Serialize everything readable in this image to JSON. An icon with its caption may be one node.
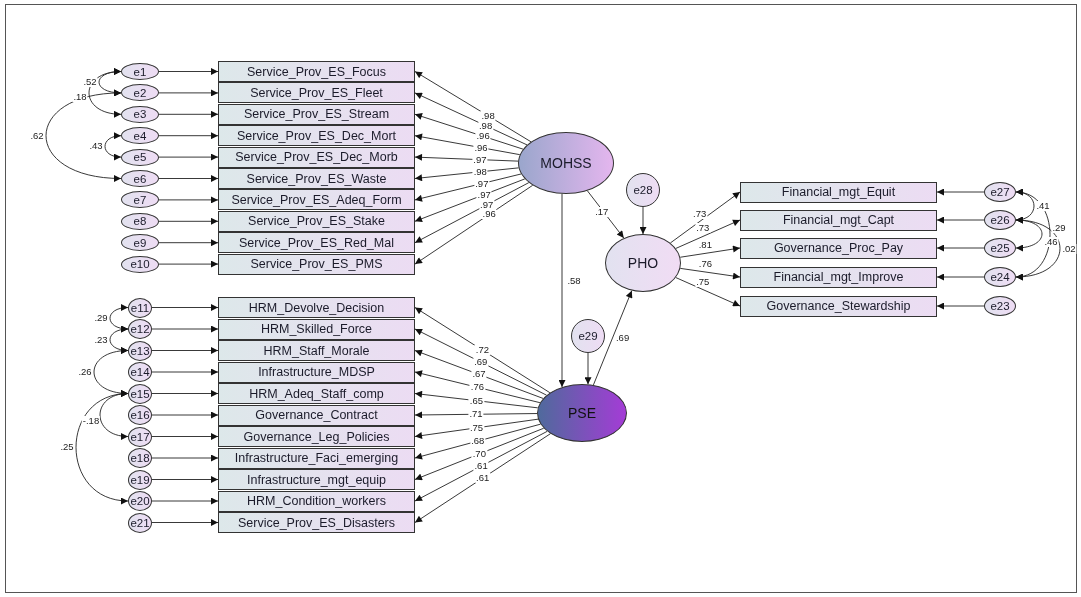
{
  "diagram": {
    "nodes": [
      {
        "text": [
          "e1"
        ]
      },
      {
        "text": [
          "e2"
        ]
      },
      {
        "text": [
          "e3"
        ]
      },
      {
        "text": [
          "e4"
        ]
      },
      {
        "text": [
          "e5"
        ]
      },
      {
        "text": [
          "e6"
        ]
      },
      {
        "text": [
          "e7"
        ]
      },
      {
        "text": [
          "e8"
        ]
      },
      {
        "text": [
          "e9"
        ]
      },
      {
        "text": [
          "e10"
        ]
      },
      {
        "text": [
          "Service_Prov_ES_Focus"
        ]
      },
      {
        "text": [
          "Service_Prov_ES_Fleet"
        ]
      },
      {
        "text": [
          "Service_Prov_ES_Stream"
        ]
      },
      {
        "text": [
          "Service_Prov_ES_Dec_Mort"
        ]
      },
      {
        "text": [
          "Service_Prov_ES_Dec_Morb"
        ]
      },
      {
        "text": [
          "Service_Prov_ES_Waste"
        ]
      },
      {
        "text": [
          "Service_Prov_ES_Adeq_Form"
        ]
      },
      {
        "text": [
          "Service_Prov_ES_Stake"
        ]
      },
      {
        "text": [
          "Service_Prov_ES_Red_Mal"
        ]
      },
      {
        "text": [
          "Service_Prov_ES_PMS"
        ]
      },
      {
        "text": [
          "MOHSS"
        ]
      },
      {
        "text": [
          "e28"
        ]
      },
      {
        "text": [
          "PHO"
        ]
      },
      {
        "text": [
          "Financial_mgt_Equit"
        ]
      },
      {
        "text": [
          "Financial_mgt_Capt"
        ]
      },
      {
        "text": [
          "Governance_Proc_Pay"
        ]
      },
      {
        "text": [
          "Financial_mgt_Improve"
        ]
      },
      {
        "text": [
          "Governance_Stewardship"
        ]
      },
      {
        "text": [
          "e27"
        ]
      },
      {
        "text": [
          "e26"
        ]
      },
      {
        "text": [
          "e25"
        ]
      },
      {
        "text": [
          "e24"
        ]
      },
      {
        "text": [
          "e23"
        ]
      },
      {
        "text": [
          "e11"
        ]
      },
      {
        "text": [
          "e12"
        ]
      },
      {
        "text": [
          "e13"
        ]
      },
      {
        "text": [
          "e14"
        ]
      },
      {
        "text": [
          "e15"
        ]
      },
      {
        "text": [
          "e16"
        ]
      },
      {
        "text": [
          "e17"
        ]
      },
      {
        "text": [
          "e18"
        ]
      },
      {
        "text": [
          "e19"
        ]
      },
      {
        "text": [
          "e20"
        ]
      },
      {
        "text": [
          "e21"
        ]
      },
      {
        "text": [
          "HRM_Devolve_Decision"
        ]
      },
      {
        "text": [
          "HRM_Skilled_Force"
        ]
      },
      {
        "text": [
          "HRM_Staff_Morale"
        ]
      },
      {
        "text": [
          "Infrastructure_MDSP"
        ]
      },
      {
        "text": [
          "HRM_Adeq_Staff_comp"
        ]
      },
      {
        "text": [
          "Governance_Contract"
        ]
      },
      {
        "text": [
          "Governance_Leg_Policies"
        ]
      },
      {
        "text": [
          "Infrastructure_Faci_emerging"
        ]
      },
      {
        "text": [
          "Infrastructure_mgt_equip"
        ]
      },
      {
        "text": [
          "HRM_Condition_workers"
        ]
      },
      {
        "text": [
          "Service_Prov_ES_Disasters"
        ]
      },
      {
        "text": [
          "e29"
        ]
      },
      {
        "text": [
          "PSE"
        ]
      }
    ],
    "edges": [
      {
        "from": 0,
        "to": 10,
        "arrow": "to"
      },
      {
        "from": 1,
        "to": 11,
        "arrow": "to"
      },
      {
        "from": 2,
        "to": 12,
        "arrow": "to"
      },
      {
        "from": 3,
        "to": 13,
        "arrow": "to"
      },
      {
        "from": 4,
        "to": 14,
        "arrow": "to"
      },
      {
        "from": 5,
        "to": 15,
        "arrow": "to"
      },
      {
        "from": 6,
        "to": 16,
        "arrow": "to"
      },
      {
        "from": 7,
        "to": 17,
        "arrow": "to"
      },
      {
        "from": 8,
        "to": 18,
        "arrow": "to"
      },
      {
        "from": 9,
        "to": 19,
        "arrow": "to"
      },
      {
        "from": 20,
        "to": 10,
        "arrow": "to",
        "label": ".98"
      },
      {
        "from": 20,
        "to": 11,
        "arrow": "to",
        "label": ".98"
      },
      {
        "from": 20,
        "to": 12,
        "arrow": "to",
        "label": ".96"
      },
      {
        "from": 20,
        "to": 13,
        "arrow": "to",
        "label": ".96"
      },
      {
        "from": 20,
        "to": 14,
        "arrow": "to",
        "label": ".97"
      },
      {
        "from": 20,
        "to": 15,
        "arrow": "to",
        "label": ".98"
      },
      {
        "from": 20,
        "to": 16,
        "arrow": "to",
        "label": ".97"
      },
      {
        "from": 20,
        "to": 17,
        "arrow": "to",
        "label": ".97"
      },
      {
        "from": 20,
        "to": 18,
        "arrow": "to",
        "label": ".97"
      },
      {
        "from": 20,
        "to": 19,
        "arrow": "to",
        "label": ".96"
      },
      {
        "from": 21,
        "to": 22,
        "arrow": "to"
      },
      {
        "from": 20,
        "to": 22,
        "arrow": "to",
        "label": ".17"
      },
      {
        "from": 22,
        "to": 23,
        "arrow": "to",
        "label": ".73"
      },
      {
        "from": 22,
        "to": 24,
        "arrow": "to",
        "label": ".73"
      },
      {
        "from": 22,
        "to": 25,
        "arrow": "to",
        "label": ".81"
      },
      {
        "from": 22,
        "to": 26,
        "arrow": "to",
        "label": ".76"
      },
      {
        "from": 22,
        "to": 27,
        "arrow": "to",
        "label": ".75"
      },
      {
        "from": 28,
        "to": 23,
        "arrow": "to"
      },
      {
        "from": 29,
        "to": 24,
        "arrow": "to"
      },
      {
        "from": 30,
        "to": 25,
        "arrow": "to"
      },
      {
        "from": 31,
        "to": 26,
        "arrow": "to"
      },
      {
        "from": 32,
        "to": 27,
        "arrow": "to"
      },
      {
        "from": 33,
        "to": 44,
        "arrow": "to"
      },
      {
        "from": 34,
        "to": 45,
        "arrow": "to"
      },
      {
        "from": 35,
        "to": 46,
        "arrow": "to"
      },
      {
        "from": 36,
        "to": 47,
        "arrow": "to"
      },
      {
        "from": 37,
        "to": 48,
        "arrow": "to"
      },
      {
        "from": 38,
        "to": 49,
        "arrow": "to"
      },
      {
        "from": 39,
        "to": 50,
        "arrow": "to"
      },
      {
        "from": 40,
        "to": 51,
        "arrow": "to"
      },
      {
        "from": 41,
        "to": 52,
        "arrow": "to"
      },
      {
        "from": 42,
        "to": 53,
        "arrow": "to"
      },
      {
        "from": 43,
        "to": 54,
        "arrow": "to"
      },
      {
        "from": 56,
        "to": 44,
        "arrow": "to",
        "label": ".72"
      },
      {
        "from": 56,
        "to": 45,
        "arrow": "to",
        "label": ".69"
      },
      {
        "from": 56,
        "to": 46,
        "arrow": "to",
        "label": ".67"
      },
      {
        "from": 56,
        "to": 47,
        "arrow": "to",
        "label": ".76"
      },
      {
        "from": 56,
        "to": 48,
        "arrow": "to",
        "label": ".65"
      },
      {
        "from": 56,
        "to": 49,
        "arrow": "to",
        "label": ".71"
      },
      {
        "from": 56,
        "to": 50,
        "arrow": "to",
        "label": ".75"
      },
      {
        "from": 56,
        "to": 51,
        "arrow": "to",
        "label": ".68"
      },
      {
        "from": 56,
        "to": 52,
        "arrow": "to",
        "label": ".70"
      },
      {
        "from": 56,
        "to": 53,
        "arrow": "to",
        "label": ".61"
      },
      {
        "from": 56,
        "to": 54,
        "arrow": "to",
        "label": ".61"
      },
      {
        "from": 20,
        "to": 56,
        "arrow": "to",
        "label": ".58"
      },
      {
        "from": 55,
        "to": 56,
        "arrow": "to"
      },
      {
        "from": 56,
        "to": 22,
        "arrow": "to",
        "label": ".69"
      },
      {
        "from": 0,
        "to": 1,
        "arrow": "both",
        "label": ".52"
      },
      {
        "from": 0,
        "to": 2,
        "arrow": "both",
        "label": ".18"
      },
      {
        "from": 1,
        "to": 5,
        "arrow": "both",
        "label": ".62"
      },
      {
        "from": 3,
        "to": 4,
        "arrow": "both",
        "label": ".43"
      },
      {
        "from": 33,
        "to": 34,
        "arrow": "both",
        "label": ".29"
      },
      {
        "from": 34,
        "to": 35,
        "arrow": "both",
        "label": ".23"
      },
      {
        "from": 35,
        "to": 37,
        "arrow": "both",
        "label": ".26"
      },
      {
        "from": 37,
        "to": 39,
        "arrow": "both",
        "label": "-.18"
      },
      {
        "from": 37,
        "to": 42,
        "arrow": "both",
        "label": ".25"
      },
      {
        "from": 28,
        "to": 29,
        "arrow": "both",
        "label": ".41"
      },
      {
        "from": 28,
        "to": 31,
        "arrow": "both",
        "label": ".29"
      },
      {
        "from": 29,
        "to": 30,
        "arrow": "both",
        "label": ".46"
      },
      {
        "from": 29,
        "to": 31,
        "arrow": "both",
        "label": ".02"
      }
    ]
  }
}
